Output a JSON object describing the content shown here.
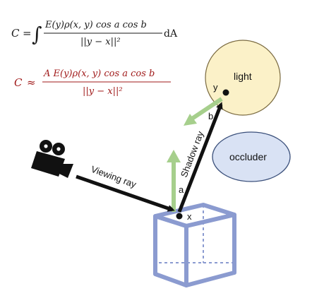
{
  "equations": {
    "exact": {
      "lhs": "C",
      "eq": "=",
      "integral": "∫",
      "numerator": "E(y)ρ(x, y) cos a cos b",
      "denominator": "||y − x||²",
      "suffix": "dA"
    },
    "approx": {
      "lhs": "C",
      "eq": "≈",
      "numerator": "A E(y)ρ(x, y) cos a cos b",
      "denominator": "||y − x||²"
    }
  },
  "labels": {
    "light": "light",
    "occluder": "occluder",
    "viewing_ray": "Viewing ray",
    "shadow_ray": "Shadow ray",
    "point_x": "x",
    "point_y": "y",
    "angle_a": "a",
    "angle_b": "b"
  },
  "icons": {
    "camera": "movie-camera-icon"
  },
  "colors": {
    "equation_black": "#1a1a1a",
    "equation_red": "#a01a1a",
    "light_fill": "#fbf1c8",
    "light_stroke": "#7a6a40",
    "occluder_fill": "#d9e2f4",
    "occluder_stroke": "#3a4f7a",
    "normal_green": "#a6cf8c",
    "box_blue": "#8b9bd0",
    "ray_black": "#111111"
  }
}
